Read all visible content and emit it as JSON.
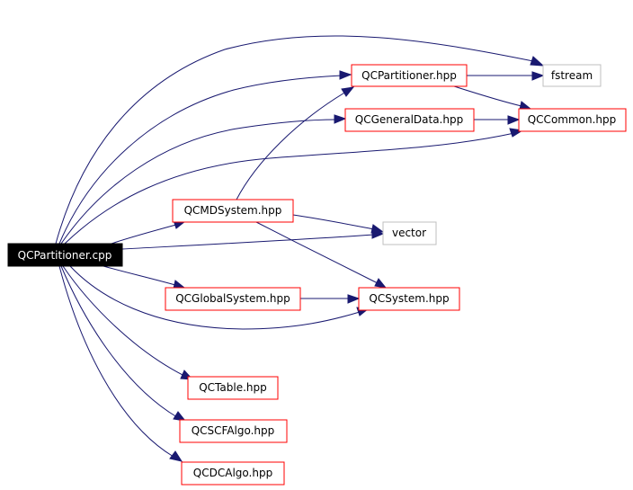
{
  "nodes": {
    "root": {
      "label": "QCPartitioner.cpp"
    },
    "qcpartitioner_hpp": {
      "label": "QCPartitioner.hpp"
    },
    "fstream": {
      "label": "fstream"
    },
    "qcgeneraldata": {
      "label": "QCGeneralData.hpp"
    },
    "qccommon": {
      "label": "QCCommon.hpp"
    },
    "qcmdsystem": {
      "label": "QCMDSystem.hpp"
    },
    "vector": {
      "label": "vector"
    },
    "qcglobalsystem": {
      "label": "QCGlobalSystem.hpp"
    },
    "qcsystem": {
      "label": "QCSystem.hpp"
    },
    "qctable": {
      "label": "QCTable.hpp"
    },
    "qcscfalgo": {
      "label": "QCSCFAlgo.hpp"
    },
    "qcdcalgo": {
      "label": "QCDCAlgo.hpp"
    }
  },
  "colors": {
    "edge": "#191970",
    "documented_border": "#ff0000",
    "external_border": "#bfbfbf",
    "root_fill": "#000000",
    "root_text": "#ffffff"
  }
}
